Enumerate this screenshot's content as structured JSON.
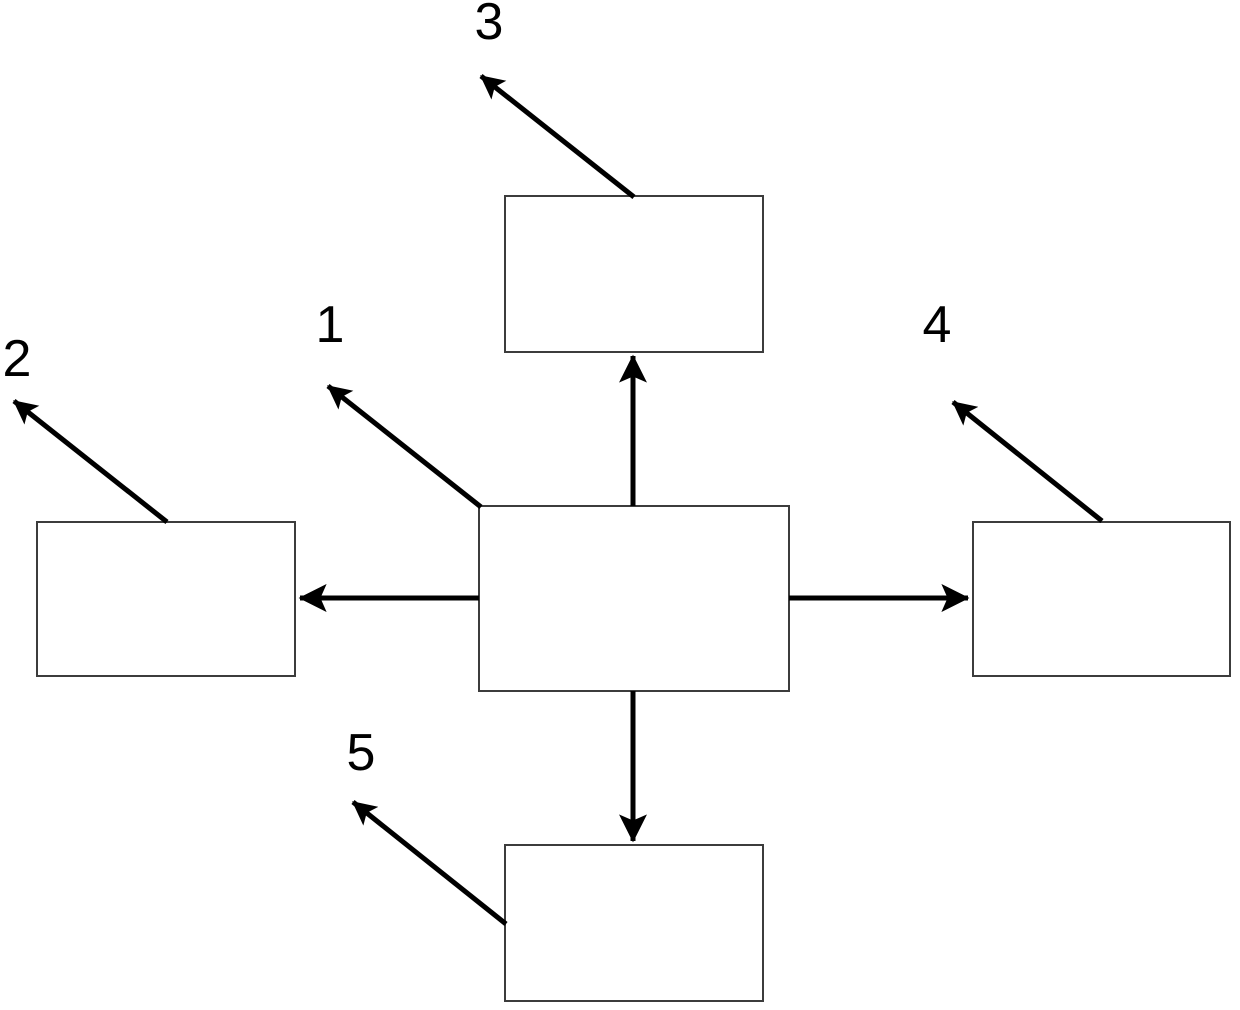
{
  "diagram": {
    "type": "block-diagram",
    "background_color": "#ffffff",
    "arrow_color": "#000000",
    "box_border_color": "#3c3c3c",
    "box_fill_color": "#ffffff",
    "boxes": [
      {
        "id": "center-box",
        "text": ""
      },
      {
        "id": "top-box",
        "text": ""
      },
      {
        "id": "left-box",
        "text": ""
      },
      {
        "id": "right-box",
        "text": ""
      },
      {
        "id": "bottom-box",
        "text": ""
      }
    ],
    "connectors": [
      {
        "from": "center-box",
        "to": "top-box"
      },
      {
        "from": "center-box",
        "to": "bottom-box"
      },
      {
        "from": "center-box",
        "to": "left-box"
      },
      {
        "from": "center-box",
        "to": "right-box"
      }
    ],
    "labels": [
      {
        "id": "1",
        "text": "1",
        "points_to": "center-box"
      },
      {
        "id": "2",
        "text": "2",
        "points_to": "left-box"
      },
      {
        "id": "3",
        "text": "3",
        "points_to": "top-box"
      },
      {
        "id": "4",
        "text": "4",
        "points_to": "right-box"
      },
      {
        "id": "5",
        "text": "5",
        "points_to": "bottom-box"
      }
    ]
  }
}
